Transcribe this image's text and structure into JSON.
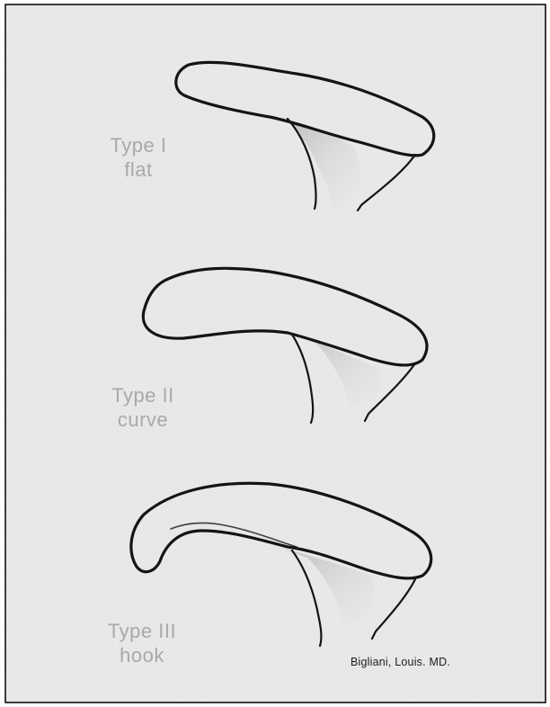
{
  "types": [
    {
      "name": "Type I",
      "shape": "flat"
    },
    {
      "name": "Type II",
      "shape": "curve"
    },
    {
      "name": "Type III",
      "shape": "hook"
    }
  ],
  "credit": "Bigliani, Louis. MD.",
  "colors": {
    "paper": "#e7e7e7",
    "outline": "#141414",
    "label_text": "#a9a9a9",
    "border": "#000000"
  }
}
